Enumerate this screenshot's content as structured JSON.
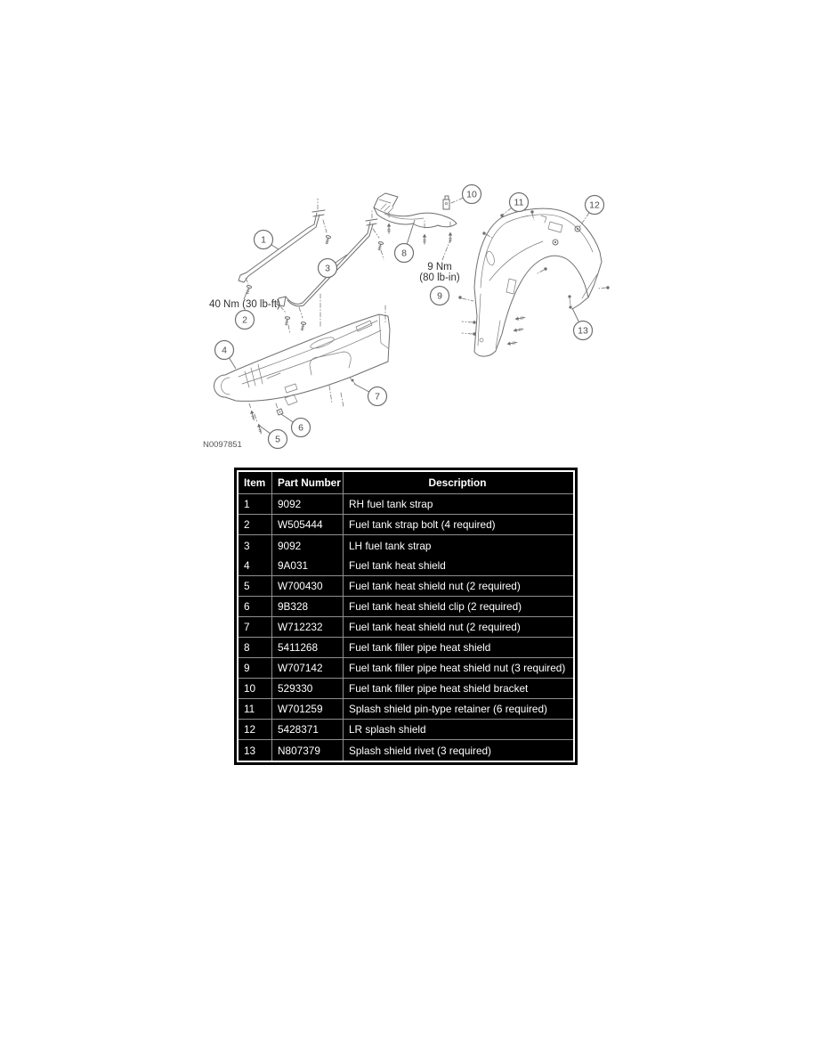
{
  "diagram": {
    "drawing_number": "N0097851",
    "torque_note_strap_bolt": "40 Nm (30 lb-ft)",
    "torque_note_filler_nut": [
      "9 Nm",
      "(80 lb-in)"
    ],
    "callout_labels": [
      "1",
      "2",
      "3",
      "4",
      "5",
      "6",
      "7",
      "8",
      "9",
      "10",
      "11",
      "12",
      "13"
    ],
    "line_color": "#6f6f6f"
  },
  "table": {
    "columns": [
      "Item",
      "Part Number",
      "Description"
    ],
    "rows": [
      {
        "item": "1",
        "part_number": "9092",
        "description": "RH fuel tank strap"
      },
      {
        "item": "2",
        "part_number": "W505444",
        "description": "Fuel tank strap bolt (4 required)"
      },
      {
        "item": "3",
        "part_number": "9092",
        "description": "LH fuel tank strap",
        "group": "start"
      },
      {
        "item": "4",
        "part_number": "9A031",
        "description": "Fuel tank heat shield"
      },
      {
        "item": "5",
        "part_number": "W700430",
        "description": "Fuel tank heat shield nut (2 required)"
      },
      {
        "item": "6",
        "part_number": "9B328",
        "description": "Fuel tank heat shield clip (2 required)"
      },
      {
        "item": "7",
        "part_number": "W712232",
        "description": "Fuel tank heat shield nut (2 required)"
      },
      {
        "item": "8",
        "part_number": "5411268",
        "description": "Fuel tank filler pipe heat shield"
      },
      {
        "item": "9",
        "part_number": "W707142",
        "description": "Fuel tank filler pipe heat shield nut (3 required)"
      },
      {
        "item": "10",
        "part_number": "529330",
        "description": "Fuel tank filler pipe heat shield bracket"
      },
      {
        "item": "11",
        "part_number": "W701259",
        "description": "Splash shield pin-type retainer (6 required)"
      },
      {
        "item": "12",
        "part_number": "5428371",
        "description": "LR splash shield"
      },
      {
        "item": "13",
        "part_number": "N807379",
        "description": "Splash shield rivet (3 required)"
      }
    ],
    "colors": {
      "table_background": "#000000",
      "table_text": "#ffffff",
      "grid_line": "#8f8f8f"
    }
  }
}
